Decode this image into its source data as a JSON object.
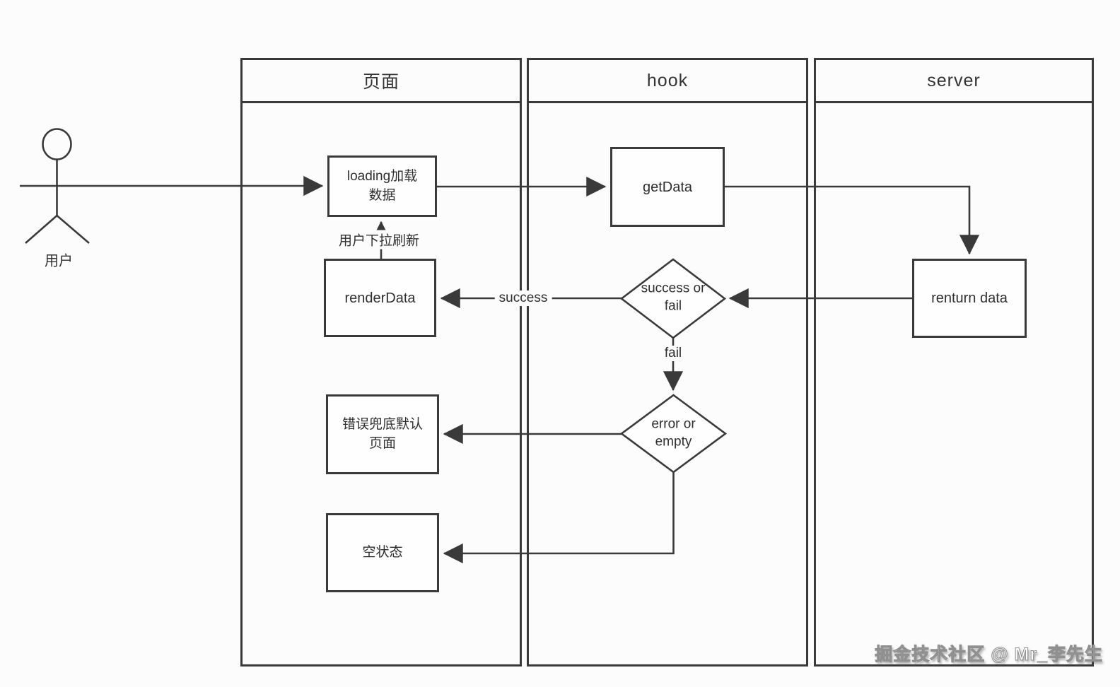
{
  "lanes": [
    {
      "label": "页面"
    },
    {
      "label": "hook"
    },
    {
      "label": "server"
    }
  ],
  "actor": {
    "label": "用户"
  },
  "nodes": {
    "loading": {
      "label": "loading加载\n数据"
    },
    "renderData": {
      "label": "renderData"
    },
    "errorPage": {
      "label": "错误兜底默认\n页面"
    },
    "emptyState": {
      "label": "空状态"
    },
    "getData": {
      "label": "getData"
    },
    "returnData": {
      "label": "renturn data"
    },
    "successOrFail": {
      "label": "success or\nfail"
    },
    "errorOrEmpty": {
      "label": "error or\nempty"
    }
  },
  "edge_labels": {
    "pull_refresh": "用户下拉刷新",
    "success": "success",
    "fail": "fail"
  },
  "watermark": "掘金技术社区 @ Mr_李先生",
  "colors": {
    "stroke": "#3a3a3a",
    "background": "#fcfcfc",
    "box_fill": "#fefefe",
    "watermark_fill": "#fbfbfb",
    "watermark_outline": "#909090"
  }
}
